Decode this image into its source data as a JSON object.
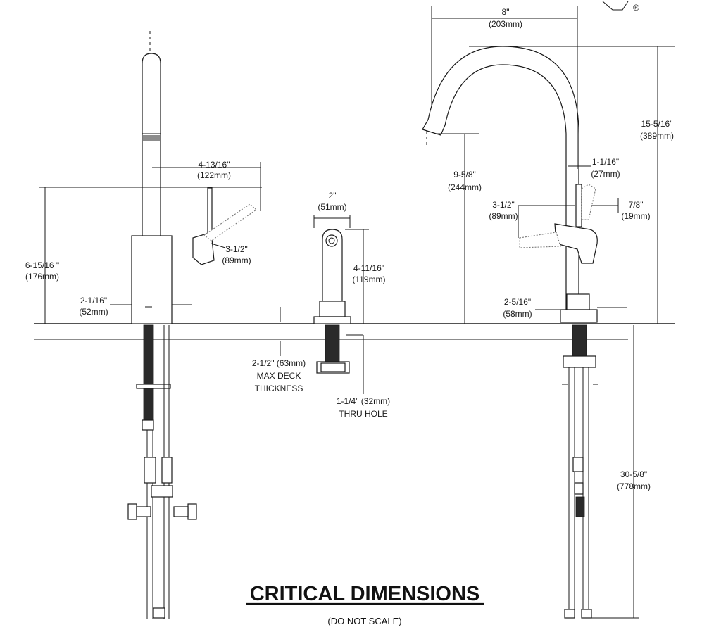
{
  "title": "CRITICAL DIMENSIONS",
  "subtitle": "(DO NOT SCALE)",
  "left_view": {
    "dim_reach": {
      "in": "4-13/16\"",
      "mm": "(122mm)"
    },
    "dim_height": {
      "in": "6-15/16 \"",
      "mm": "(176mm)"
    },
    "dim_base": {
      "in": "2-1/16\"",
      "mm": "(52mm)"
    },
    "dim_handle": {
      "in": "3-1/2\"",
      "mm": "(89mm)"
    }
  },
  "center_view": {
    "dim_width": {
      "in": "2\"",
      "mm": "(51mm)"
    },
    "dim_height": {
      "in": "4-11/16\"",
      "mm": "(119mm)"
    },
    "dim_deck": {
      "l1": "2-1/2\" (63mm)",
      "l2": "MAX DECK",
      "l3": "THICKNESS"
    },
    "dim_hole": {
      "l1": "1-1/4\" (32mm)",
      "l2": "THRU HOLE"
    }
  },
  "right_view": {
    "dim_spout_reach": {
      "in": "8\"",
      "mm": "(203mm)"
    },
    "dim_total_height": {
      "in": "15-5/16\"",
      "mm": "(389mm)"
    },
    "dim_spout_height": {
      "in": "9-5/8\"",
      "mm": "(244mm)"
    },
    "dim_handle_width": {
      "in": "1-1/16\"",
      "mm": "(27mm)"
    },
    "dim_handle_swing": {
      "in": "3-1/2\"",
      "mm": "(89mm)"
    },
    "dim_handle_offset": {
      "in": "7/8\"",
      "mm": "(19mm)"
    },
    "dim_base": {
      "in": "2-5/16\"",
      "mm": "(58mm)"
    },
    "dim_below_deck": {
      "in": "30-5/8\"",
      "mm": "(778mm)"
    }
  },
  "registered_mark": "®"
}
